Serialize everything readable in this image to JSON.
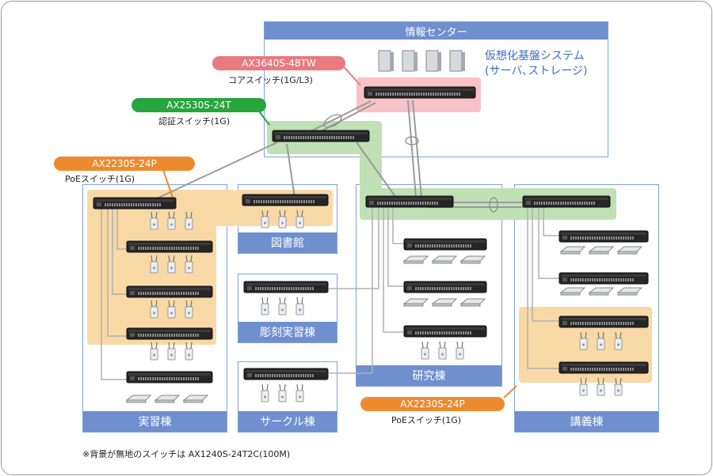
{
  "info_center": {
    "title": "情報センター",
    "virtual_label_line1": "仮想化基盤システム",
    "virtual_label_line2": "(サーバ､ストレージ)"
  },
  "core_switch": {
    "model": "AX3640S-48TW",
    "desc": "コアスイッチ(1G/L3)",
    "color": "#e87a80"
  },
  "auth_switch": {
    "model": "AX2530S-24T",
    "desc": "認証スイッチ(1G)",
    "color": "#27a53e"
  },
  "poe_switch_left": {
    "model": "AX2230S-24P",
    "desc": "PoEスイッチ(1G)",
    "color": "#ee8a2e"
  },
  "poe_switch_bottom": {
    "model": "AX2230S-24P",
    "desc": "PoEスイッチ(1G)",
    "color": "#ee8a2e"
  },
  "buildings": {
    "jisshu": "実習棟",
    "toshokan": "図書館",
    "chokoku": "彫刻実習棟",
    "circle": "サークル棟",
    "kenkyu": "研究棟",
    "kogi": "講義棟"
  },
  "note": "※背景が無地のスイッチは AX1240S-24T2C(100M)"
}
